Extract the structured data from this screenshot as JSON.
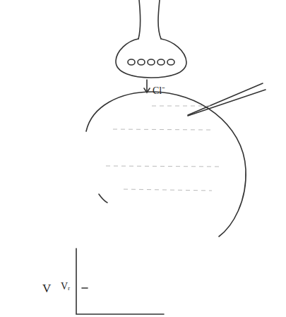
{
  "diagram": {
    "labels": [
      "Cl⁻",
      "V",
      "Vᵣ"
    ]
  }
}
